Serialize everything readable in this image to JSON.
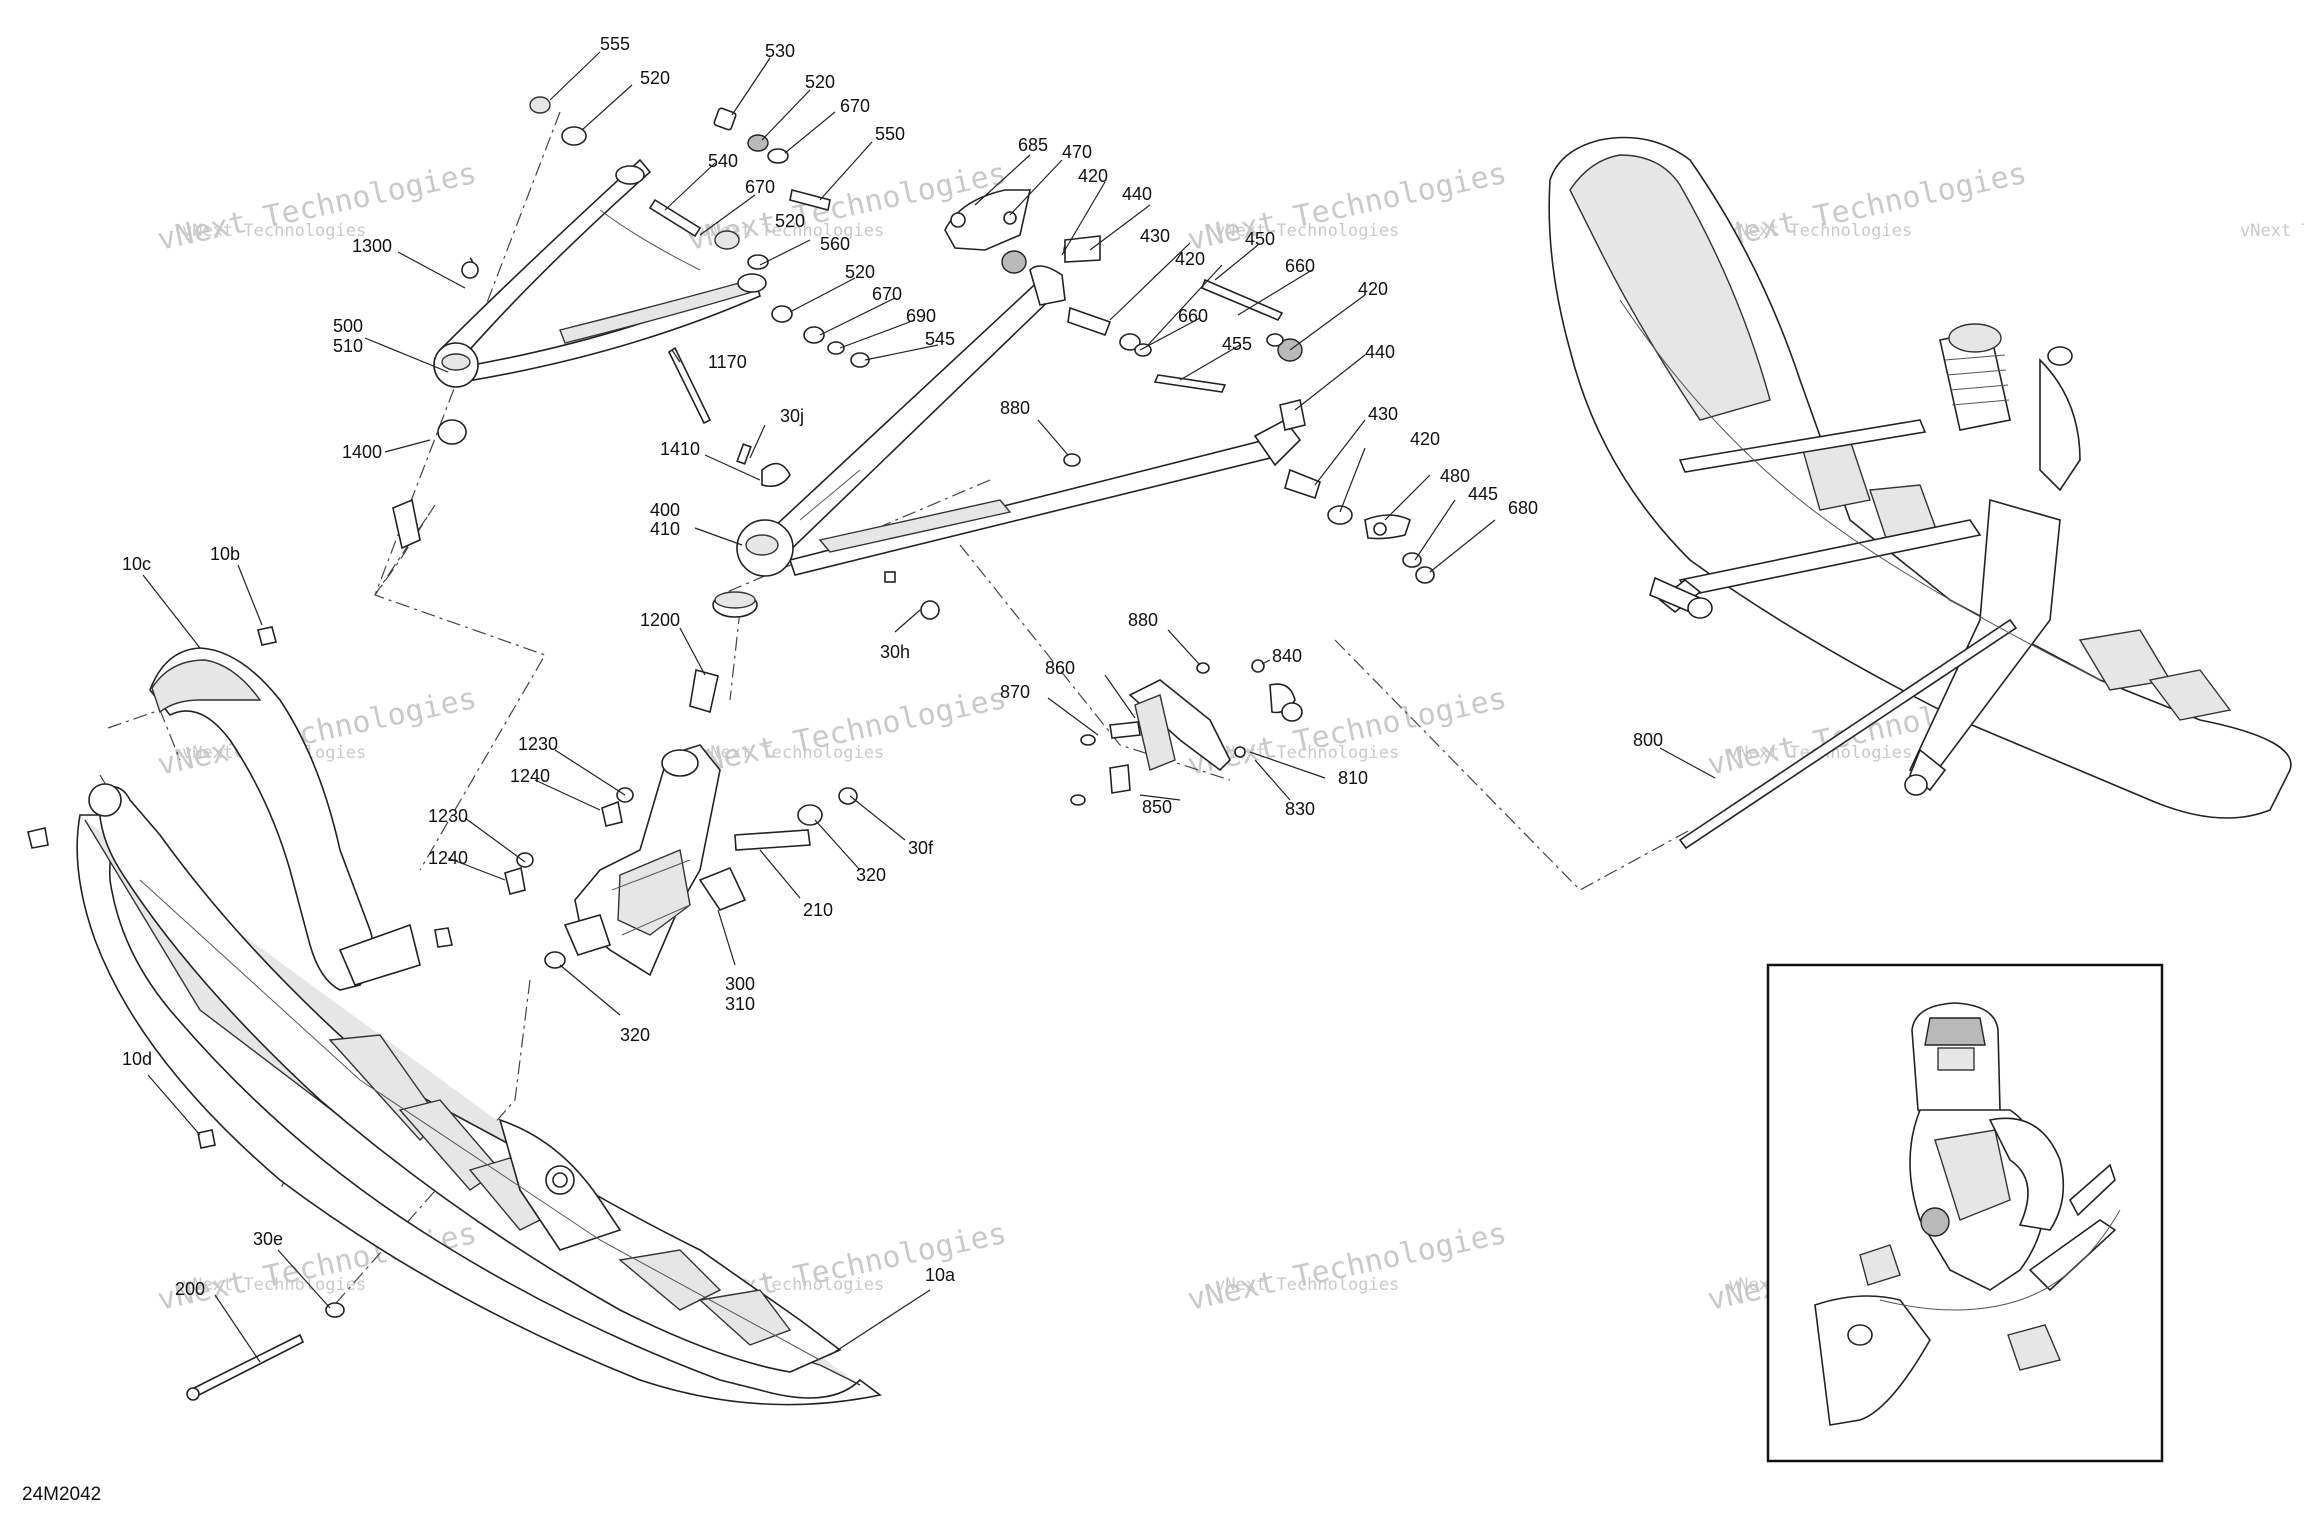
{
  "diagram_code": "24M2042",
  "watermark_text": "vNext Technologies",
  "labels": [
    {
      "id": "555",
      "text": "555"
    },
    {
      "id": "520a",
      "text": "520"
    },
    {
      "id": "530",
      "text": "530"
    },
    {
      "id": "520b",
      "text": "520"
    },
    {
      "id": "670a",
      "text": "670"
    },
    {
      "id": "550",
      "text": "550"
    },
    {
      "id": "540",
      "text": "540"
    },
    {
      "id": "670b",
      "text": "670"
    },
    {
      "id": "520c",
      "text": "520"
    },
    {
      "id": "560",
      "text": "560"
    },
    {
      "id": "520d",
      "text": "520"
    },
    {
      "id": "670c",
      "text": "670"
    },
    {
      "id": "690",
      "text": "690"
    },
    {
      "id": "545",
      "text": "545"
    },
    {
      "id": "1300",
      "text": "1300"
    },
    {
      "id": "500",
      "text": "500"
    },
    {
      "id": "510",
      "text": "510"
    },
    {
      "id": "1400",
      "text": "1400"
    },
    {
      "id": "685",
      "text": "685"
    },
    {
      "id": "470",
      "text": "470"
    },
    {
      "id": "420a",
      "text": "420"
    },
    {
      "id": "440a",
      "text": "440"
    },
    {
      "id": "430a",
      "text": "430"
    },
    {
      "id": "450",
      "text": "450"
    },
    {
      "id": "420b",
      "text": "420"
    },
    {
      "id": "660a",
      "text": "660"
    },
    {
      "id": "420c",
      "text": "420"
    },
    {
      "id": "660b",
      "text": "660"
    },
    {
      "id": "455",
      "text": "455"
    },
    {
      "id": "440b",
      "text": "440"
    },
    {
      "id": "430b",
      "text": "430"
    },
    {
      "id": "420d",
      "text": "420"
    },
    {
      "id": "480",
      "text": "480"
    },
    {
      "id": "445",
      "text": "445"
    },
    {
      "id": "680",
      "text": "680"
    },
    {
      "id": "1170",
      "text": "1170"
    },
    {
      "id": "30j",
      "text": "30j"
    },
    {
      "id": "1410",
      "text": "1410"
    },
    {
      "id": "400",
      "text": "400"
    },
    {
      "id": "410",
      "text": "410"
    },
    {
      "id": "880a",
      "text": "880"
    },
    {
      "id": "1200",
      "text": "1200"
    },
    {
      "id": "30h",
      "text": "30h"
    },
    {
      "id": "880b",
      "text": "880"
    },
    {
      "id": "840",
      "text": "840"
    },
    {
      "id": "860",
      "text": "860"
    },
    {
      "id": "870",
      "text": "870"
    },
    {
      "id": "810",
      "text": "810"
    },
    {
      "id": "850",
      "text": "850"
    },
    {
      "id": "830",
      "text": "830"
    },
    {
      "id": "10c",
      "text": "10c"
    },
    {
      "id": "10b",
      "text": "10b"
    },
    {
      "id": "1230a",
      "text": "1230"
    },
    {
      "id": "1240a",
      "text": "1240"
    },
    {
      "id": "1230b",
      "text": "1230"
    },
    {
      "id": "1240b",
      "text": "1240"
    },
    {
      "id": "30f",
      "text": "30f"
    },
    {
      "id": "320a",
      "text": "320"
    },
    {
      "id": "210",
      "text": "210"
    },
    {
      "id": "300",
      "text": "300"
    },
    {
      "id": "310",
      "text": "310"
    },
    {
      "id": "320b",
      "text": "320"
    },
    {
      "id": "10d",
      "text": "10d"
    },
    {
      "id": "30e",
      "text": "30e"
    },
    {
      "id": "200",
      "text": "200"
    },
    {
      "id": "10a",
      "text": "10a"
    },
    {
      "id": "800",
      "text": "800"
    }
  ]
}
